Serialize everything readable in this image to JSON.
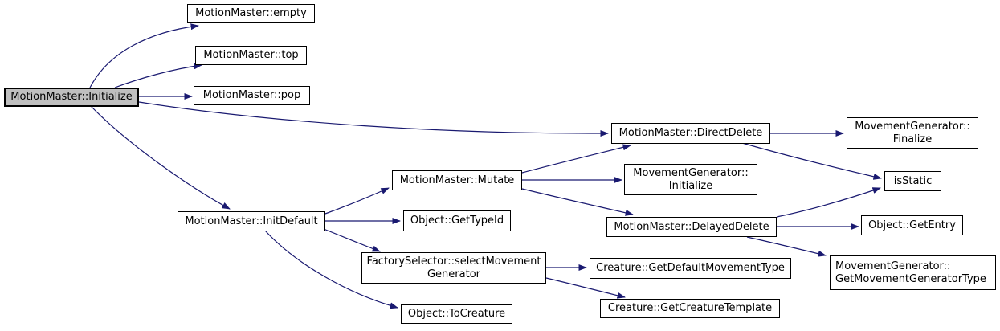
{
  "diagram": {
    "type": "call-graph",
    "edge_color": "#191970",
    "node_border_color": "#000000",
    "node_fill_color": "#ffffff",
    "highlight_fill_color": "#bfbfbf",
    "nodes": [
      {
        "id": "initialize",
        "lines": [
          "MotionMaster::Initialize"
        ],
        "highlighted": true
      },
      {
        "id": "empty",
        "lines": [
          "MotionMaster::empty"
        ]
      },
      {
        "id": "top",
        "lines": [
          "MotionMaster::top"
        ]
      },
      {
        "id": "pop",
        "lines": [
          "MotionMaster::pop"
        ]
      },
      {
        "id": "initdefault",
        "lines": [
          "MotionMaster::InitDefault"
        ]
      },
      {
        "id": "mutate",
        "lines": [
          "MotionMaster::Mutate"
        ]
      },
      {
        "id": "gettypeid",
        "lines": [
          "Object::GetTypeId"
        ]
      },
      {
        "id": "factory",
        "lines": [
          "FactorySelector::selectMovement",
          "Generator"
        ]
      },
      {
        "id": "tocreature",
        "lines": [
          "Object::ToCreature"
        ]
      },
      {
        "id": "directdelete",
        "lines": [
          "MotionMaster::DirectDelete"
        ]
      },
      {
        "id": "mginitialize",
        "lines": [
          "MovementGenerator::",
          "Initialize"
        ]
      },
      {
        "id": "delayeddelete",
        "lines": [
          "MotionMaster::DelayedDelete"
        ]
      },
      {
        "id": "getdefaultmovementtype",
        "lines": [
          "Creature::GetDefaultMovementType"
        ]
      },
      {
        "id": "getcreaturetemplate",
        "lines": [
          "Creature::GetCreatureTemplate"
        ]
      },
      {
        "id": "mgfinalize",
        "lines": [
          "MovementGenerator::",
          "Finalize"
        ]
      },
      {
        "id": "isstatic",
        "lines": [
          "isStatic"
        ]
      },
      {
        "id": "getentry",
        "lines": [
          "Object::GetEntry"
        ]
      },
      {
        "id": "getmovgentype",
        "lines": [
          "MovementGenerator::",
          "GetMovementGeneratorType"
        ],
        "align": "left"
      }
    ],
    "edges": [
      {
        "from": "initialize",
        "to": "empty"
      },
      {
        "from": "initialize",
        "to": "top"
      },
      {
        "from": "initialize",
        "to": "pop"
      },
      {
        "from": "initialize",
        "to": "directdelete"
      },
      {
        "from": "initialize",
        "to": "initdefault"
      },
      {
        "from": "initdefault",
        "to": "mutate"
      },
      {
        "from": "initdefault",
        "to": "gettypeid"
      },
      {
        "from": "initdefault",
        "to": "factory"
      },
      {
        "from": "initdefault",
        "to": "tocreature"
      },
      {
        "from": "mutate",
        "to": "directdelete"
      },
      {
        "from": "mutate",
        "to": "mginitialize"
      },
      {
        "from": "mutate",
        "to": "delayeddelete"
      },
      {
        "from": "directdelete",
        "to": "mgfinalize"
      },
      {
        "from": "directdelete",
        "to": "isstatic"
      },
      {
        "from": "delayeddelete",
        "to": "isstatic"
      },
      {
        "from": "delayeddelete",
        "to": "getentry"
      },
      {
        "from": "delayeddelete",
        "to": "getmovgentype"
      },
      {
        "from": "factory",
        "to": "getdefaultmovementtype"
      },
      {
        "from": "factory",
        "to": "getcreaturetemplate"
      }
    ]
  }
}
